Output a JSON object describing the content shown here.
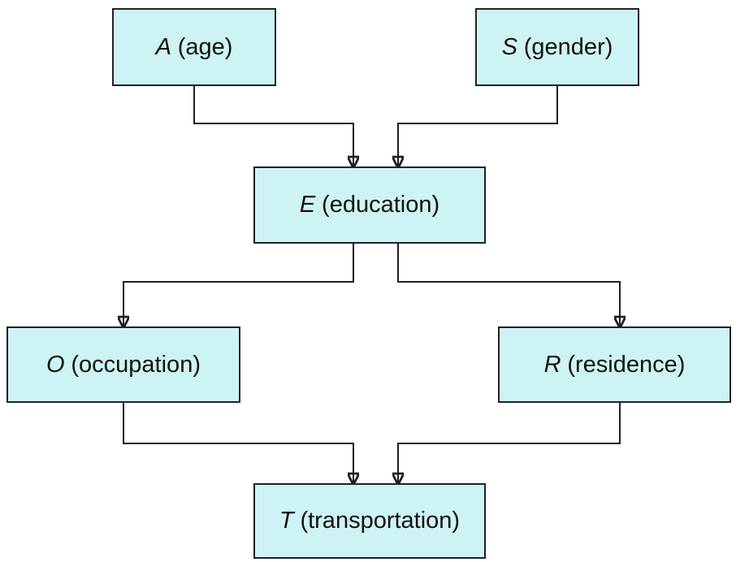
{
  "diagram": {
    "type": "directed-acyclic-graph",
    "colors": {
      "background": "#ffffff",
      "node_fill": "#cef3f5",
      "node_border": "#212121",
      "edge": "#1f1f1f",
      "text": "#111111"
    },
    "nodes": [
      {
        "id": "A",
        "symbol": "A",
        "label": "(age)"
      },
      {
        "id": "S",
        "symbol": "S",
        "label": "(gender)"
      },
      {
        "id": "E",
        "symbol": "E",
        "label": "(education)"
      },
      {
        "id": "O",
        "symbol": "O",
        "label": "(occupation)"
      },
      {
        "id": "R",
        "symbol": "R",
        "label": "(residence)"
      },
      {
        "id": "T",
        "symbol": "T",
        "label": "(transportation)"
      }
    ],
    "edges": [
      {
        "from": "A",
        "to": "E"
      },
      {
        "from": "S",
        "to": "E"
      },
      {
        "from": "E",
        "to": "O"
      },
      {
        "from": "E",
        "to": "R"
      },
      {
        "from": "O",
        "to": "T"
      },
      {
        "from": "R",
        "to": "T"
      }
    ]
  }
}
